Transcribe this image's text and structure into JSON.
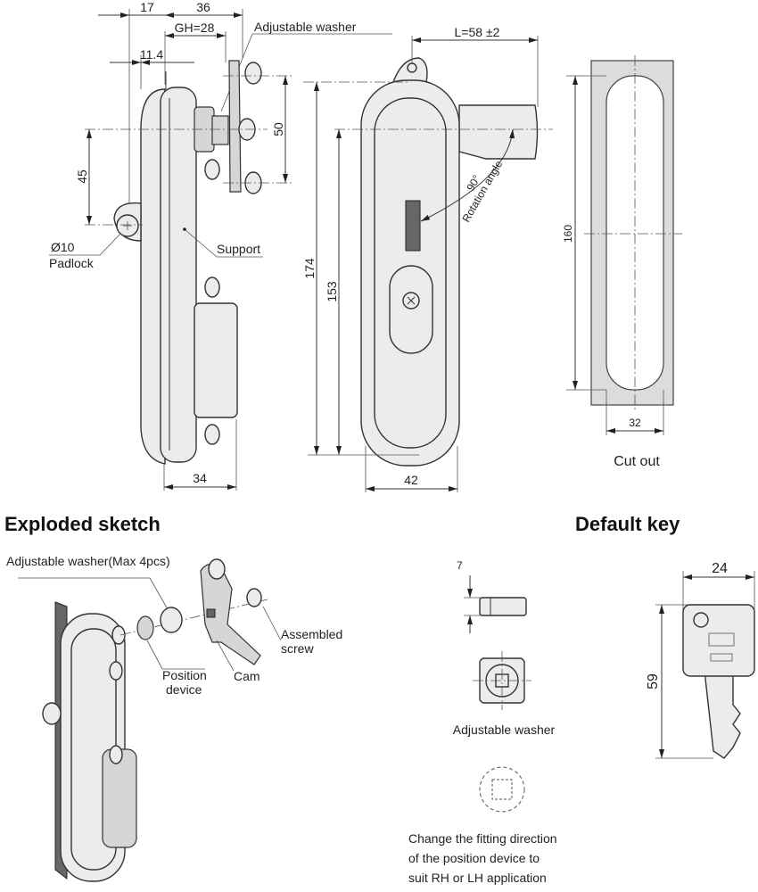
{
  "side_view": {
    "dim_17": "17",
    "dim_36": "36",
    "dim_gh": "GH=28",
    "dim_11_4": "11.4",
    "dim_50": "50",
    "dim_45": "45",
    "dim_34": "34",
    "padlock_dia": "Ø10",
    "padlock_label": "Padlock",
    "support_label": "Support",
    "washer_label": "Adjustable washer"
  },
  "front_view": {
    "dim_L": "L=58 ±2",
    "dim_174": "174",
    "dim_153": "153",
    "dim_42": "42",
    "angle": "90°",
    "angle_label": "Rotation angle"
  },
  "cutout": {
    "dim_160": "160",
    "dim_32": "32",
    "label": "Cut out"
  },
  "exploded": {
    "title": "Exploded sketch",
    "washer_label": "Adjustable washer(Max 4pcs)",
    "position_device": [
      "Position",
      "device"
    ],
    "cam": "Cam",
    "screw": [
      "Assembled",
      "screw"
    ]
  },
  "washer_detail": {
    "dim_7": "7",
    "label": "Adjustable washer",
    "note": [
      "Change the fitting direction",
      "of the position device to",
      "suit RH or LH application"
    ]
  },
  "key": {
    "title": "Default key",
    "dim_24": "24",
    "dim_59": "59"
  }
}
